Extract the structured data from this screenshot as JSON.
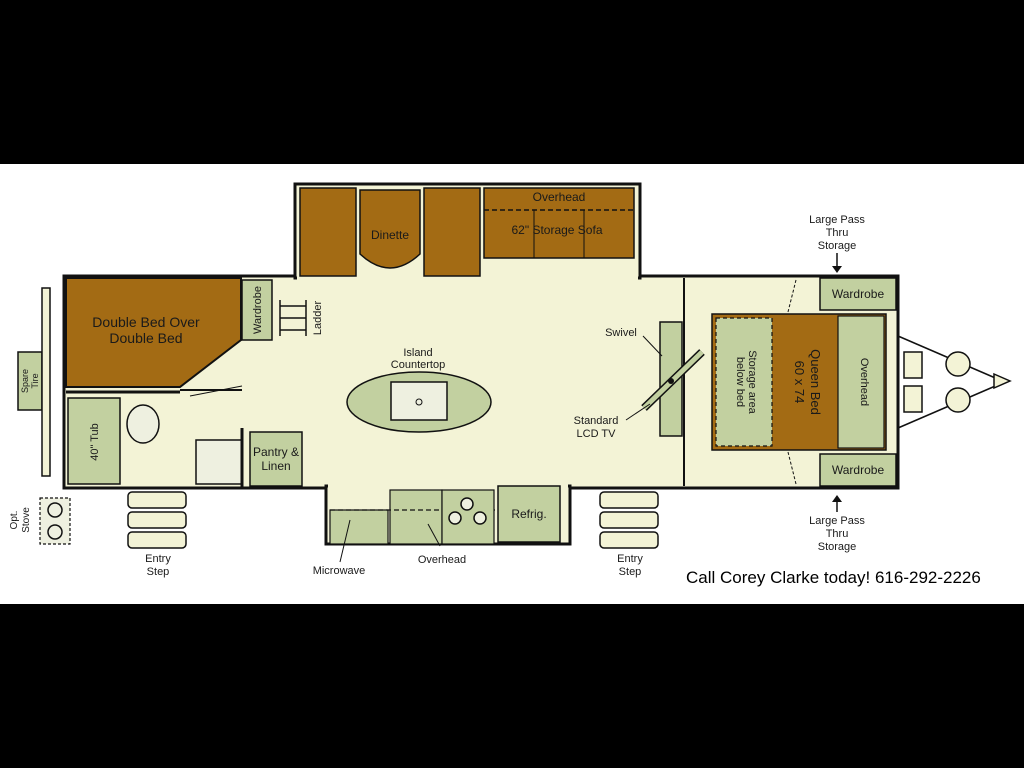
{
  "floorplan": {
    "bedroom_front": {
      "line1": "Double Bed Over",
      "line2": "Double Bed"
    },
    "wardrobe_left": "Wardrobe",
    "ladder": "Ladder",
    "dinette": "Dinette",
    "overhead_top": "Overhead",
    "storage_sofa": "62\" Storage Sofa",
    "island": {
      "line1": "Island",
      "line2": "Countertop"
    },
    "tub": "40\" Tub",
    "spare_tire": {
      "line1": "Spare",
      "line2": "Tire"
    },
    "opt_stove": {
      "line1": "Opt.",
      "line2": "Stove"
    },
    "pantry": {
      "line1": "Pantry &",
      "line2": "Linen"
    },
    "entry_step_left": {
      "line1": "Entry",
      "line2": "Step"
    },
    "microwave": "Microwave",
    "overhead_kitchen": "Overhead",
    "refrig": "Refrig.",
    "entry_step_right": {
      "line1": "Entry",
      "line2": "Step"
    },
    "swivel": "Swivel",
    "tv": {
      "line1": "Standard",
      "line2": "LCD TV"
    },
    "storage_below_bed": {
      "line1": "Storage area",
      "line2": "below bed"
    },
    "queen_bed": {
      "line1": "Queen Bed",
      "line2": "60 x 74"
    },
    "overhead_bedroom": "Overhead",
    "wardrobe_top": "Wardrobe",
    "wardrobe_bottom": "Wardrobe",
    "pass_thru_top": {
      "line1": "Large Pass",
      "line2": "Thru",
      "line3": "Storage"
    },
    "pass_thru_bottom": {
      "line1": "Large Pass",
      "line2": "Thru",
      "line3": "Storage"
    }
  },
  "call_to_action": "Call Corey Clarke today! 616-292-2226",
  "colors": {
    "floor": "#f3f3d6",
    "furniture_brown": "#a36b14",
    "fixture_green": "#c2d0a0",
    "wall": "#111111"
  }
}
